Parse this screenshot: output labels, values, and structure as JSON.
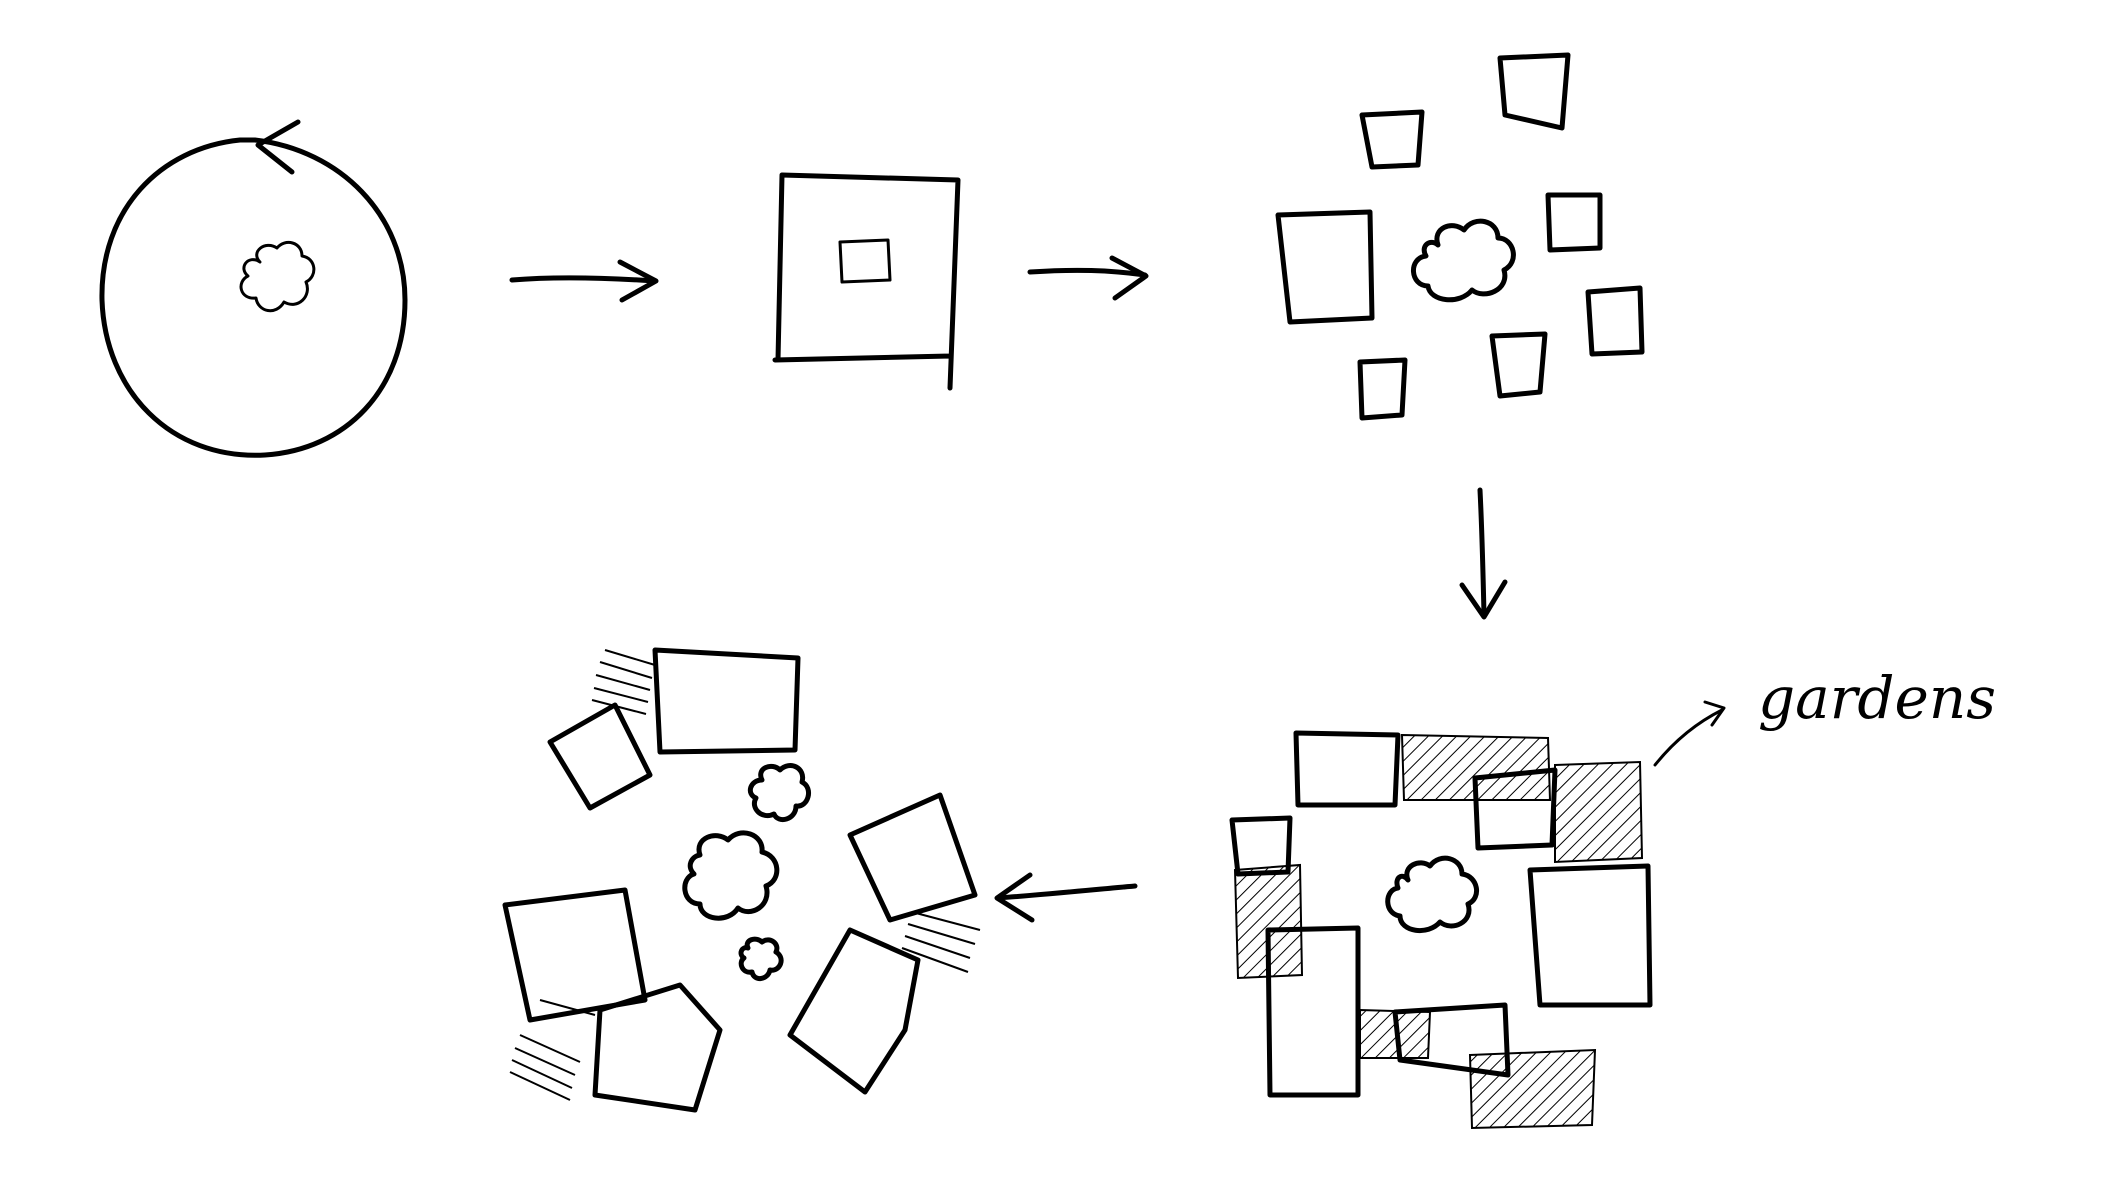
{
  "diagram": {
    "annotation_label": "gardens",
    "colors": {
      "ink": "#000000",
      "background": "#ffffff"
    },
    "stages": [
      {
        "id": "stage-1",
        "description": "circle-around-tree"
      },
      {
        "id": "stage-2",
        "description": "square-enclosure"
      },
      {
        "id": "stage-3",
        "description": "scattered-blocks"
      },
      {
        "id": "stage-4",
        "description": "blocks-with-gardens"
      },
      {
        "id": "stage-5",
        "description": "rotated-blocks-cluster"
      }
    ],
    "flow": [
      "stage-1",
      "stage-2",
      "stage-3",
      "stage-4",
      "stage-5"
    ]
  }
}
